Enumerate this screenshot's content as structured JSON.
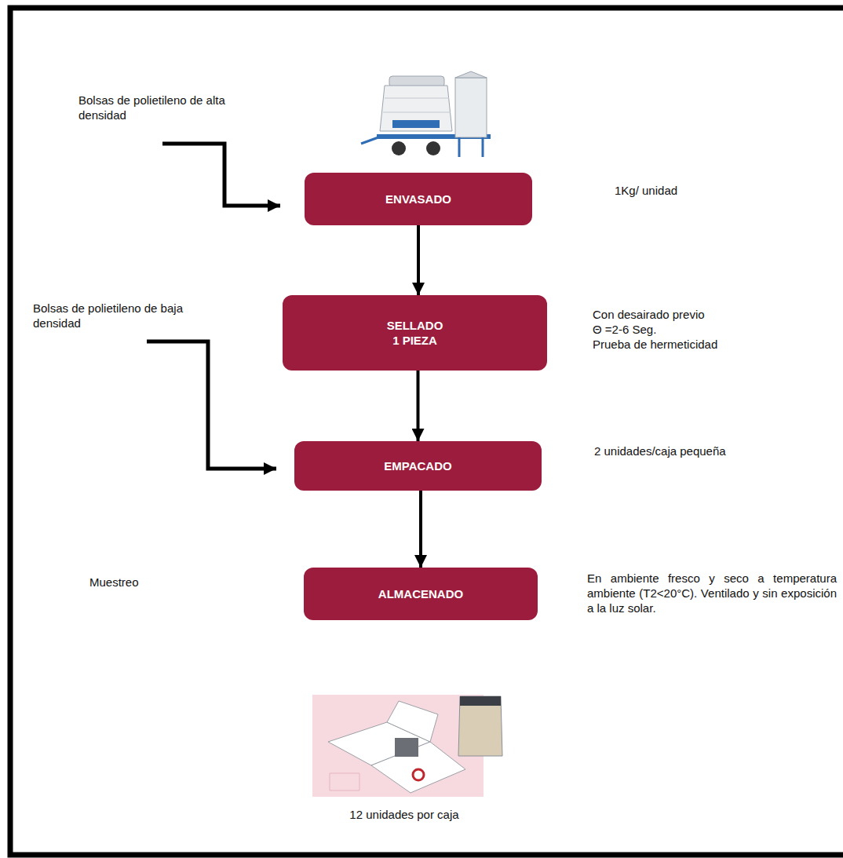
{
  "diagram": {
    "nodes": [
      {
        "text": [
          "ENVASADO"
        ]
      },
      {
        "text": [
          "SELLADO 1 PIEZA"
        ]
      },
      {
        "text": [
          "EMPACADO"
        ]
      },
      {
        "text": [
          "ALMACENADO"
        ]
      }
    ],
    "edges": [
      {
        "from": 0,
        "to": 1,
        "arrow": "to"
      },
      {
        "from": 1,
        "to": 2,
        "arrow": "to"
      },
      {
        "from": 2,
        "to": 3,
        "arrow": "to"
      }
    ],
    "labels": [
      "Bolsas de polietileno de alta densidad",
      "1Kg/ unidad",
      "Con desairado previo",
      "Θ =2-6 Seg.",
      "Prueba de hermeticidad",
      "Bolsas de polietileno de baja densidad",
      "2 unidades/caja pequeña",
      "Muestreo",
      "En ambiente fresco y seco a temperatura ambiente (T2<20°C). Ventilado y sin exposición a la luz solar.",
      "12 unidades por caja"
    ]
  }
}
